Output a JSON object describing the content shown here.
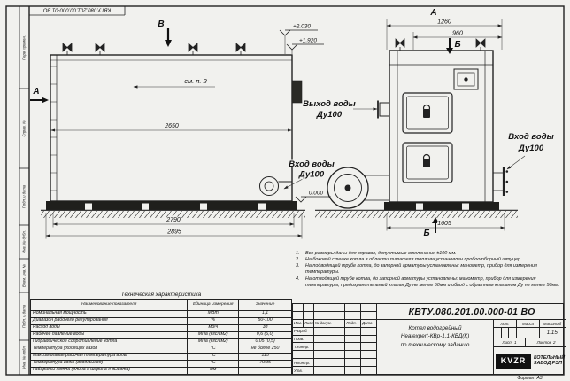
{
  "designation": "КВТУ.080.201.00.000-01 ВО",
  "format_label": "Формат А3",
  "margin": {
    "cells": [
      "Перв. примен.",
      "Справ. №",
      "Подп. и дата",
      "Инв. № дубл.",
      "Взам. инв. №",
      "Подп. и дата",
      "Инв. № подл."
    ]
  },
  "views": {
    "left": {
      "section_label": "В",
      "view_arrow_label": "А",
      "see_note": "см. п. 2",
      "dims": {
        "length_inner": "2650",
        "length_mid": "2790",
        "length_full": "2895"
      },
      "levels": {
        "top": "+2.030",
        "mid": "+1.920",
        "zero": "0.000"
      },
      "inlet": {
        "line1": "Вход воды",
        "line2": "Ду100"
      }
    },
    "front": {
      "view_label": "А",
      "section_top": "Б",
      "section_bottom": "Б",
      "dims": {
        "width_top": "1260",
        "width_inner": "960",
        "depth": "1605"
      },
      "outlet": {
        "line1": "Выход воды",
        "line2": "Ду100"
      },
      "inlet": {
        "line1": "Вход воды",
        "line2": "Ду100"
      }
    }
  },
  "notes": {
    "items": [
      {
        "num": "1.",
        "text": "Все размеры даны для справок, допустимые отклонения ±100 мм."
      },
      {
        "num": "2.",
        "text": "На боковой стенке котла в области питателя топлива установлен пробоотборный штуцер."
      },
      {
        "num": "3.",
        "text": "На подводящей трубе котла, до запорной арматуры установлены: манометр, прибор для измерения температуры."
      },
      {
        "num": "4.",
        "text": "На отводящей трубе котла, до запорной арматуры установлены: манометр, прибор для измерения температуры, предохранительный клапан Ду не менее 50мм и обвод с обратным клапаном Ду не менее 50мм."
      }
    ]
  },
  "tech_table": {
    "title": "Техническая характеристика",
    "headers": [
      "Наименование показателя",
      "Единица измерения",
      "Значение"
    ],
    "rows": [
      [
        "Номинальная мощность",
        "МВт",
        "1,1"
      ],
      [
        "Диапазон рабочего регулирования",
        "%",
        "50-100"
      ],
      [
        "Расход воды",
        "м3/ч",
        "38"
      ],
      [
        "Рабочее давление воды",
        "МПа (кгс/см2)",
        "0,6 (6,0)"
      ],
      [
        "Гидравлическое сопротивление котла",
        "МПа (кгс/см2)",
        "0,05 (0,5)"
      ],
      [
        "Температура уходящих газов",
        "°С",
        "не более 250"
      ],
      [
        "Максимальная рабочая температура воды",
        "°С",
        "115"
      ],
      [
        "Температура воды (вход/выход)",
        "°С",
        "70/95"
      ],
      [
        "Габариты котла (длина х ширина х высота)",
        "мм",
        ""
      ]
    ]
  },
  "title_block": {
    "header_cols": [
      "Изм.",
      "Лист",
      "№ докум.",
      "Подп.",
      "Дата"
    ],
    "roles": [
      "Разраб.",
      "Пров.",
      "Т.контр.",
      "Н.контр.",
      "Утв."
    ],
    "product": {
      "line1": "Котел водогрейный",
      "line2": "Heatexpert-КВр-1,1-КВД(К)",
      "line3": "по техническому заданию"
    },
    "lit_label": "Лит.",
    "mass_label": "Масса",
    "scale_label": "Масштаб",
    "scale": "1:15",
    "sheet_label": "Лист",
    "sheet": "1",
    "sheets_label": "Листов",
    "sheets": "2",
    "company": {
      "logo": "KVZR",
      "line1": "КОТЕЛЬНЫЙ",
      "line2": "ЗАВОД РЭП"
    }
  }
}
